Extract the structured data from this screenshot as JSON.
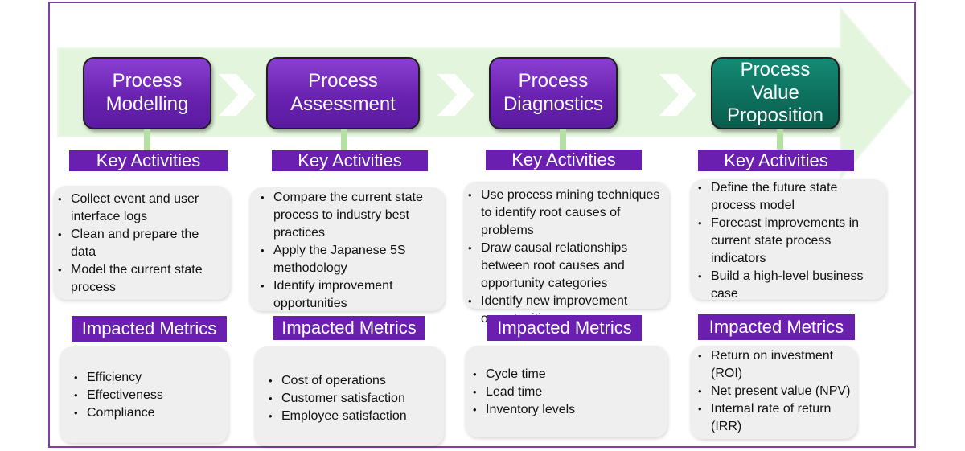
{
  "phases": [
    {
      "title": "Process\nModelling",
      "color": "#6a22b0",
      "activities_label": "Key Activities",
      "activities": [
        "Collect event and user interface logs",
        "Clean and prepare the data",
        "Model the current state process"
      ],
      "metrics_label": "Impacted Metrics",
      "metrics": [
        "Efficiency",
        "Effectiveness",
        "Compliance"
      ]
    },
    {
      "title": "Process\nAssessment",
      "color": "#6a22b0",
      "activities_label": "Key Activities",
      "activities": [
        "Compare the current state process to industry best practices",
        "Apply the Japanese 5S methodology",
        "Identify improvement opportunities"
      ],
      "metrics_label": "Impacted Metrics",
      "metrics": [
        "Cost of operations",
        "Customer satisfaction",
        "Employee satisfaction"
      ]
    },
    {
      "title": "Process\nDiagnostics",
      "color": "#6a22b0",
      "activities_label": "Key Activities",
      "activities": [
        "Use process mining techniques to identify root causes of problems",
        "Draw causal relationships between root causes and opportunity categories",
        "Identify new improvement opportunities"
      ],
      "metrics_label": "Impacted Metrics",
      "metrics": [
        "Cycle time",
        "Lead time",
        "Inventory levels"
      ]
    },
    {
      "title": "Process\nValue\nProposition",
      "color": "#0d6e5c",
      "activities_label": "Key Activities",
      "activities": [
        "Define the future state process model",
        "Forecast improvements in current state process indicators",
        "Build a high-level business case"
      ],
      "metrics_label": "Impacted Metrics",
      "metrics": [
        "Return on investment (ROI)",
        "Net present value (NPV)",
        "Internal rate of return (IRR)"
      ]
    }
  ],
  "colors": {
    "frame": "#7b3fa6",
    "arrow": "#e3f5dc",
    "chevron": "#ffffff",
    "label_bar": "#6a1fb0",
    "panel": "#efefef"
  }
}
